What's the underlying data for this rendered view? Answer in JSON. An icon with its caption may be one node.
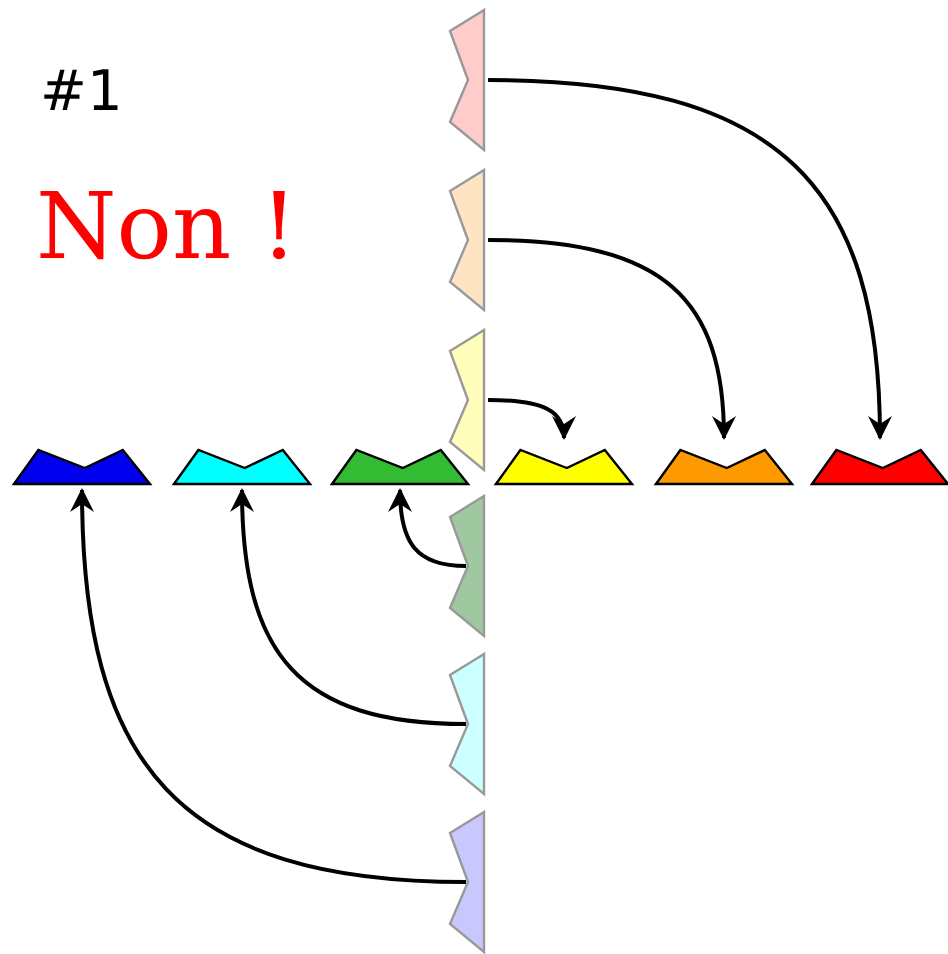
{
  "diagram": {
    "nodes": [
      {
        "text": [],
        "shape": "trapezoid"
      },
      {
        "text": [],
        "shape": "trapezoid"
      },
      {
        "text": [],
        "shape": "trapezoid"
      },
      {
        "text": [],
        "shape": "trapezoid"
      },
      {
        "text": [],
        "shape": "trapezoid"
      },
      {
        "text": [],
        "shape": "trapezoid"
      },
      {
        "text": [],
        "shape": "trapezoid"
      },
      {
        "text": [],
        "shape": "trapezoid"
      },
      {
        "text": [],
        "shape": "trapezoid"
      },
      {
        "text": [],
        "shape": "trapezoid"
      },
      {
        "text": [],
        "shape": "trapezoid"
      },
      {
        "text": [],
        "shape": "trapezoid"
      }
    ],
    "edges": [
      {
        "from": 0,
        "to": 8,
        "arrow": "to"
      },
      {
        "from": 1,
        "to": 7,
        "arrow": "to"
      },
      {
        "from": 2,
        "to": 6,
        "arrow": "to"
      },
      {
        "from": 9,
        "to": 5,
        "arrow": "to"
      },
      {
        "from": 10,
        "to": 4,
        "arrow": "to"
      },
      {
        "from": 11,
        "to": 3,
        "arrow": "to"
      }
    ],
    "labels": [
      "#1",
      "Non !"
    ]
  }
}
